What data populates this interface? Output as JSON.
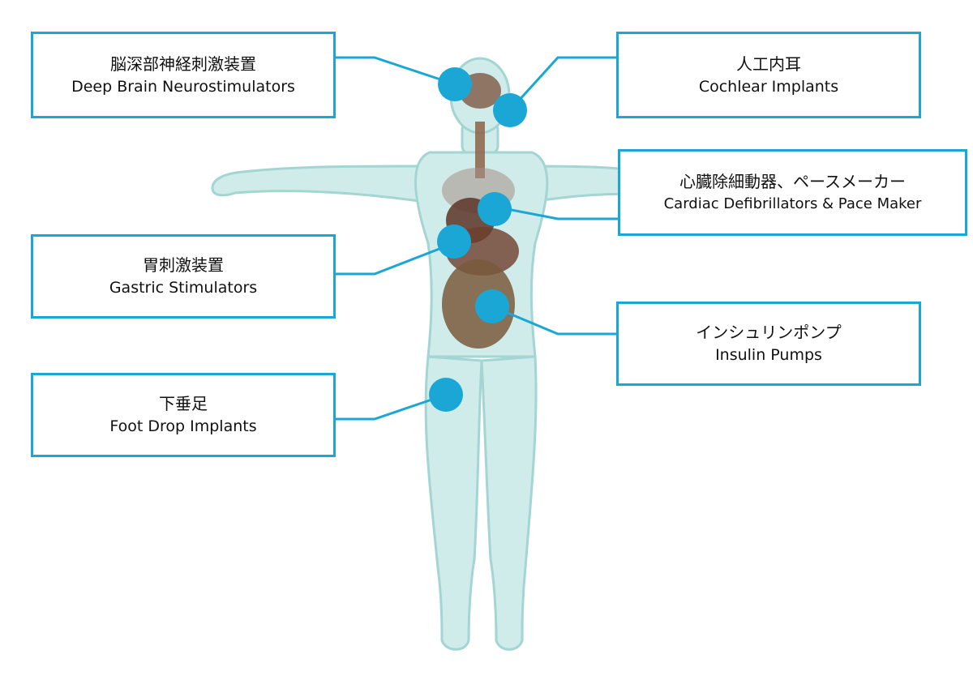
{
  "colors": {
    "accent": "#1aa7d6",
    "body_fill": "#cdebea",
    "body_stroke": "#9fd3d1",
    "organ": "#7a4e37",
    "organ_dark": "#5c3426"
  },
  "labels": {
    "brain": {
      "jp": "脳深部神経刺激装置",
      "en": "Deep Brain Neurostimulators"
    },
    "cochlea": {
      "jp": "人工内耳",
      "en": "Cochlear Implants"
    },
    "heart": {
      "jp": "心臓除細動器、ペースメーカー",
      "en": "Cardiac Defibrillators & Pace Maker"
    },
    "stomach": {
      "jp": "胃刺激装置",
      "en": "Gastric Stimulators"
    },
    "insulin": {
      "jp": "インシュリンポンプ",
      "en": "Insulin Pumps"
    },
    "foot": {
      "jp": "下垂足",
      "en": "Foot Drop Implants"
    }
  }
}
